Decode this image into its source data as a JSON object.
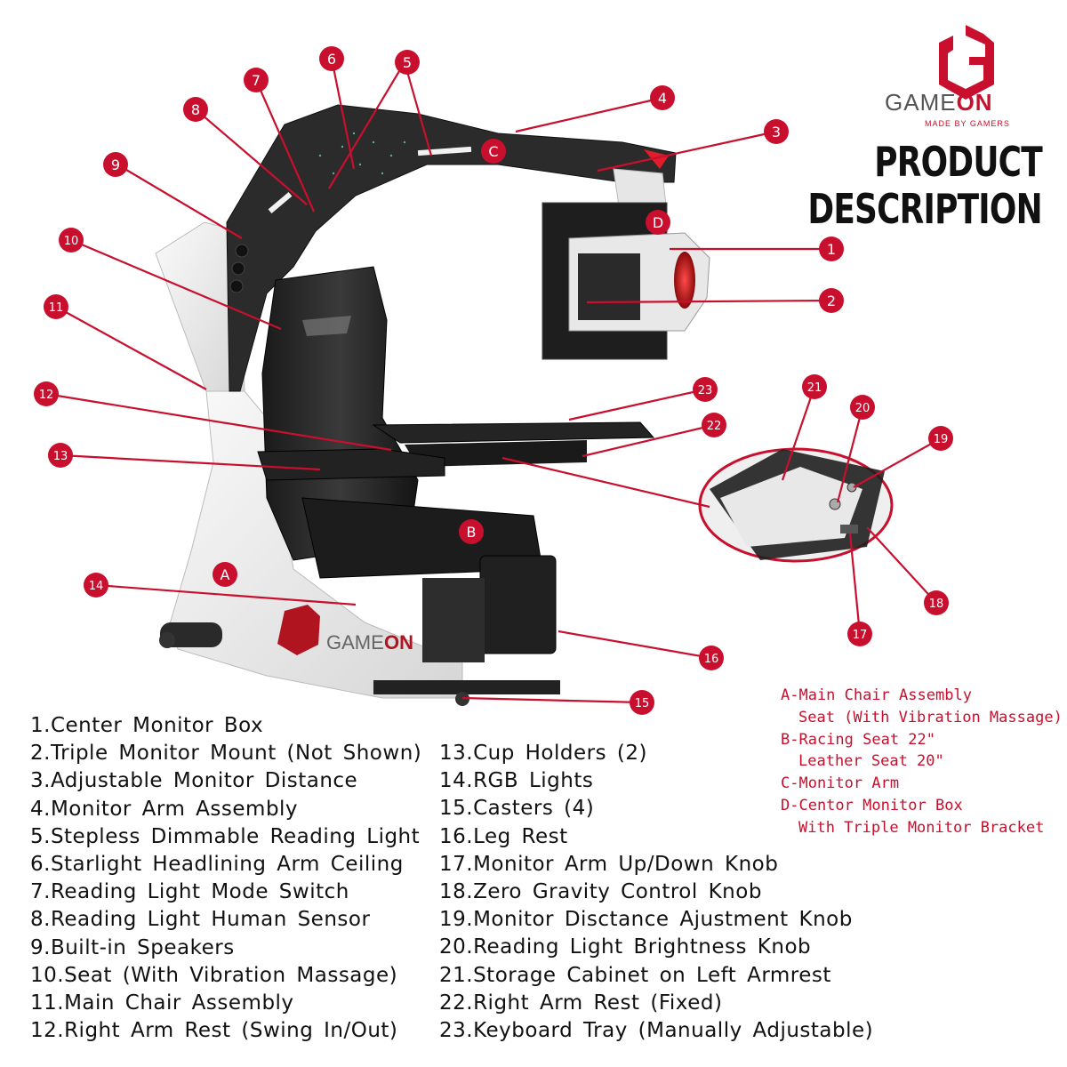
{
  "brand": {
    "name_part1": "GAME",
    "name_part2": "ON",
    "tagline": "MADE BY GAMERS",
    "accent_color": "#c8102e"
  },
  "heading": {
    "line1": "PRODUCT",
    "line2": "DESCRIPTION"
  },
  "callouts": {
    "c1": "1",
    "c2": "2",
    "c3": "3",
    "c4": "4",
    "c5": "5",
    "c6": "6",
    "c7": "7",
    "c8": "8",
    "c9": "9",
    "c10": "10",
    "c11": "11",
    "c12": "12",
    "c13": "13",
    "c14": "14",
    "c15": "15",
    "c16": "16",
    "c17": "17",
    "c18": "18",
    "c19": "19",
    "c20": "20",
    "c21": "21",
    "c22": "22",
    "c23": "23",
    "cA": "A",
    "cB": "B",
    "cC": "C",
    "cD": "D"
  },
  "features_left": [
    "1.Center Monitor Box",
    "2.Triple Monitor Mount (Not Shown)",
    "3.Adjustable Monitor Distance",
    "4.Monitor Arm Assembly",
    "5.Stepless Dimmable Reading Light",
    "6.Starlight Headlining Arm Ceiling",
    "7.Reading Light Mode Switch",
    "8.Reading Light Human Sensor",
    "9.Built-in Speakers",
    "10.Seat (With Vibration Massage)",
    "11.Main Chair Assembly",
    "12.Right Arm Rest (Swing In/Out)"
  ],
  "features_right": [
    "13.Cup Holders (2)",
    "14.RGB Lights",
    "15.Casters (4)",
    "16.Leg Rest",
    "17.Monitor Arm Up/Down Knob",
    "18.Zero Gravity Control Knob",
    "19.Monitor Disctance Ajustment Knob",
    "20.Reading Light Brightness Knob",
    "21.Storage Cabinet on Left Armrest",
    "22.Right Arm Rest (Fixed)",
    "23.Keyboard Tray (Manually Adjustable)"
  ],
  "assemblies": [
    "A-Main Chair Assembly",
    "Seat (With Vibration Massage)",
    "B-Racing Seat 22\"",
    "Leather Seat 20\"",
    "C-Monitor Arm",
    "D-Centor Monitor Box",
    "With Triple Monitor Bracket"
  ]
}
